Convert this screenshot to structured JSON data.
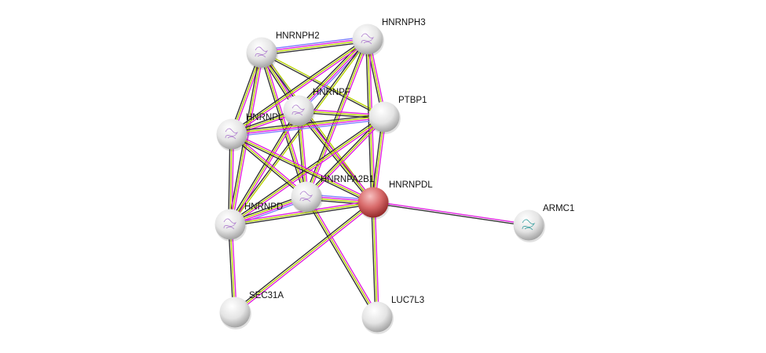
{
  "colors": {
    "experiments": "#e020e0",
    "textmining": "#b8d400",
    "coexpression": "#333333",
    "databases": "#8080ff",
    "query_node": "#d85858",
    "node": "#dcdcdc"
  },
  "nodes": [
    {
      "id": "HNRNPH2",
      "label": "HNRNPH2",
      "query": false,
      "structure": true
    },
    {
      "id": "HNRNPH3",
      "label": "HNRNPH3",
      "query": false,
      "structure": true
    },
    {
      "id": "HNRNPF",
      "label": "HNRNPF",
      "query": false,
      "structure": true
    },
    {
      "id": "PTBP1",
      "label": "PTBP1",
      "query": false,
      "structure": false
    },
    {
      "id": "HNRNPL",
      "label": "HNRNPL",
      "query": false,
      "structure": true
    },
    {
      "id": "HNRNPA2B1",
      "label": "HNRNPA2B1",
      "query": false,
      "structure": true
    },
    {
      "id": "HNRNPDL",
      "label": "HNRNPDL",
      "query": true,
      "structure": false
    },
    {
      "id": "HNRNPD",
      "label": "HNRNPD",
      "query": false,
      "structure": true
    },
    {
      "id": "ARMC1",
      "label": "ARMC1",
      "query": false,
      "structure": true
    },
    {
      "id": "SEC31A",
      "label": "SEC31A",
      "query": false,
      "structure": false
    },
    {
      "id": "LUC7L3",
      "label": "LUC7L3",
      "query": false,
      "structure": false
    }
  ],
  "edges": [
    {
      "source": "HNRNPH2",
      "target": "HNRNPH3",
      "evidence": [
        "databases",
        "experiments",
        "textmining",
        "coexpression"
      ]
    },
    {
      "source": "HNRNPH2",
      "target": "HNRNPF",
      "evidence": [
        "databases",
        "experiments",
        "textmining",
        "coexpression"
      ]
    },
    {
      "source": "HNRNPH2",
      "target": "HNRNPL",
      "evidence": [
        "experiments",
        "textmining",
        "coexpression"
      ]
    },
    {
      "source": "HNRNPH2",
      "target": "HNRNPA2B1",
      "evidence": [
        "experiments",
        "textmining",
        "coexpression"
      ]
    },
    {
      "source": "HNRNPH2",
      "target": "HNRNPD",
      "evidence": [
        "experiments",
        "textmining",
        "coexpression"
      ]
    },
    {
      "source": "HNRNPH2",
      "target": "HNRNPDL",
      "evidence": [
        "textmining",
        "coexpression"
      ]
    },
    {
      "source": "HNRNPH2",
      "target": "PTBP1",
      "evidence": [
        "textmining",
        "coexpression"
      ]
    },
    {
      "source": "HNRNPH3",
      "target": "HNRNPF",
      "evidence": [
        "databases",
        "experiments",
        "textmining",
        "coexpression"
      ]
    },
    {
      "source": "HNRNPH3",
      "target": "PTBP1",
      "evidence": [
        "experiments",
        "textmining",
        "coexpression"
      ]
    },
    {
      "source": "HNRNPH3",
      "target": "HNRNPL",
      "evidence": [
        "experiments",
        "textmining",
        "coexpression"
      ]
    },
    {
      "source": "HNRNPH3",
      "target": "HNRNPA2B1",
      "evidence": [
        "experiments",
        "textmining",
        "coexpression"
      ]
    },
    {
      "source": "HNRNPH3",
      "target": "HNRNPDL",
      "evidence": [
        "experiments",
        "textmining",
        "coexpression"
      ]
    },
    {
      "source": "HNRNPH3",
      "target": "HNRNPD",
      "evidence": [
        "textmining",
        "coexpression"
      ]
    },
    {
      "source": "HNRNPF",
      "target": "PTBP1",
      "evidence": [
        "experiments",
        "textmining",
        "coexpression"
      ]
    },
    {
      "source": "HNRNPF",
      "target": "HNRNPL",
      "evidence": [
        "experiments",
        "textmining",
        "coexpression"
      ]
    },
    {
      "source": "HNRNPF",
      "target": "HNRNPA2B1",
      "evidence": [
        "experiments",
        "textmining",
        "coexpression"
      ]
    },
    {
      "source": "HNRNPF",
      "target": "HNRNPDL",
      "evidence": [
        "experiments",
        "textmining",
        "coexpression"
      ]
    },
    {
      "source": "HNRNPF",
      "target": "HNRNPD",
      "evidence": [
        "experiments",
        "textmining",
        "coexpression"
      ]
    },
    {
      "source": "PTBP1",
      "target": "HNRNPL",
      "evidence": [
        "databases",
        "experiments",
        "textmining",
        "coexpression"
      ]
    },
    {
      "source": "PTBP1",
      "target": "HNRNPA2B1",
      "evidence": [
        "experiments",
        "textmining",
        "coexpression"
      ]
    },
    {
      "source": "PTBP1",
      "target": "HNRNPDL",
      "evidence": [
        "experiments",
        "textmining",
        "coexpression"
      ]
    },
    {
      "source": "PTBP1",
      "target": "HNRNPD",
      "evidence": [
        "experiments",
        "textmining",
        "coexpression"
      ]
    },
    {
      "source": "HNRNPL",
      "target": "HNRNPA2B1",
      "evidence": [
        "experiments",
        "textmining",
        "coexpression"
      ]
    },
    {
      "source": "HNRNPL",
      "target": "HNRNPDL",
      "evidence": [
        "experiments",
        "textmining",
        "coexpression"
      ]
    },
    {
      "source": "HNRNPL",
      "target": "HNRNPD",
      "evidence": [
        "experiments",
        "textmining",
        "coexpression"
      ]
    },
    {
      "source": "HNRNPA2B1",
      "target": "HNRNPDL",
      "evidence": [
        "databases",
        "experiments",
        "textmining",
        "coexpression"
      ]
    },
    {
      "source": "HNRNPA2B1",
      "target": "HNRNPD",
      "evidence": [
        "databases",
        "experiments",
        "textmining",
        "coexpression"
      ]
    },
    {
      "source": "HNRNPA2B1",
      "target": "LUC7L3",
      "evidence": [
        "experiments",
        "textmining",
        "coexpression"
      ]
    },
    {
      "source": "HNRNPD",
      "target": "HNRNPDL",
      "evidence": [
        "experiments",
        "textmining",
        "coexpression"
      ]
    },
    {
      "source": "HNRNPD",
      "target": "SEC31A",
      "evidence": [
        "experiments",
        "textmining",
        "coexpression"
      ]
    },
    {
      "source": "HNRNPDL",
      "target": "ARMC1",
      "evidence": [
        "experiments",
        "coexpression"
      ]
    },
    {
      "source": "HNRNPDL",
      "target": "SEC31A",
      "evidence": [
        "experiments",
        "textmining",
        "coexpression"
      ]
    },
    {
      "source": "HNRNPDL",
      "target": "LUC7L3",
      "evidence": [
        "experiments",
        "textmining",
        "coexpression"
      ]
    }
  ]
}
